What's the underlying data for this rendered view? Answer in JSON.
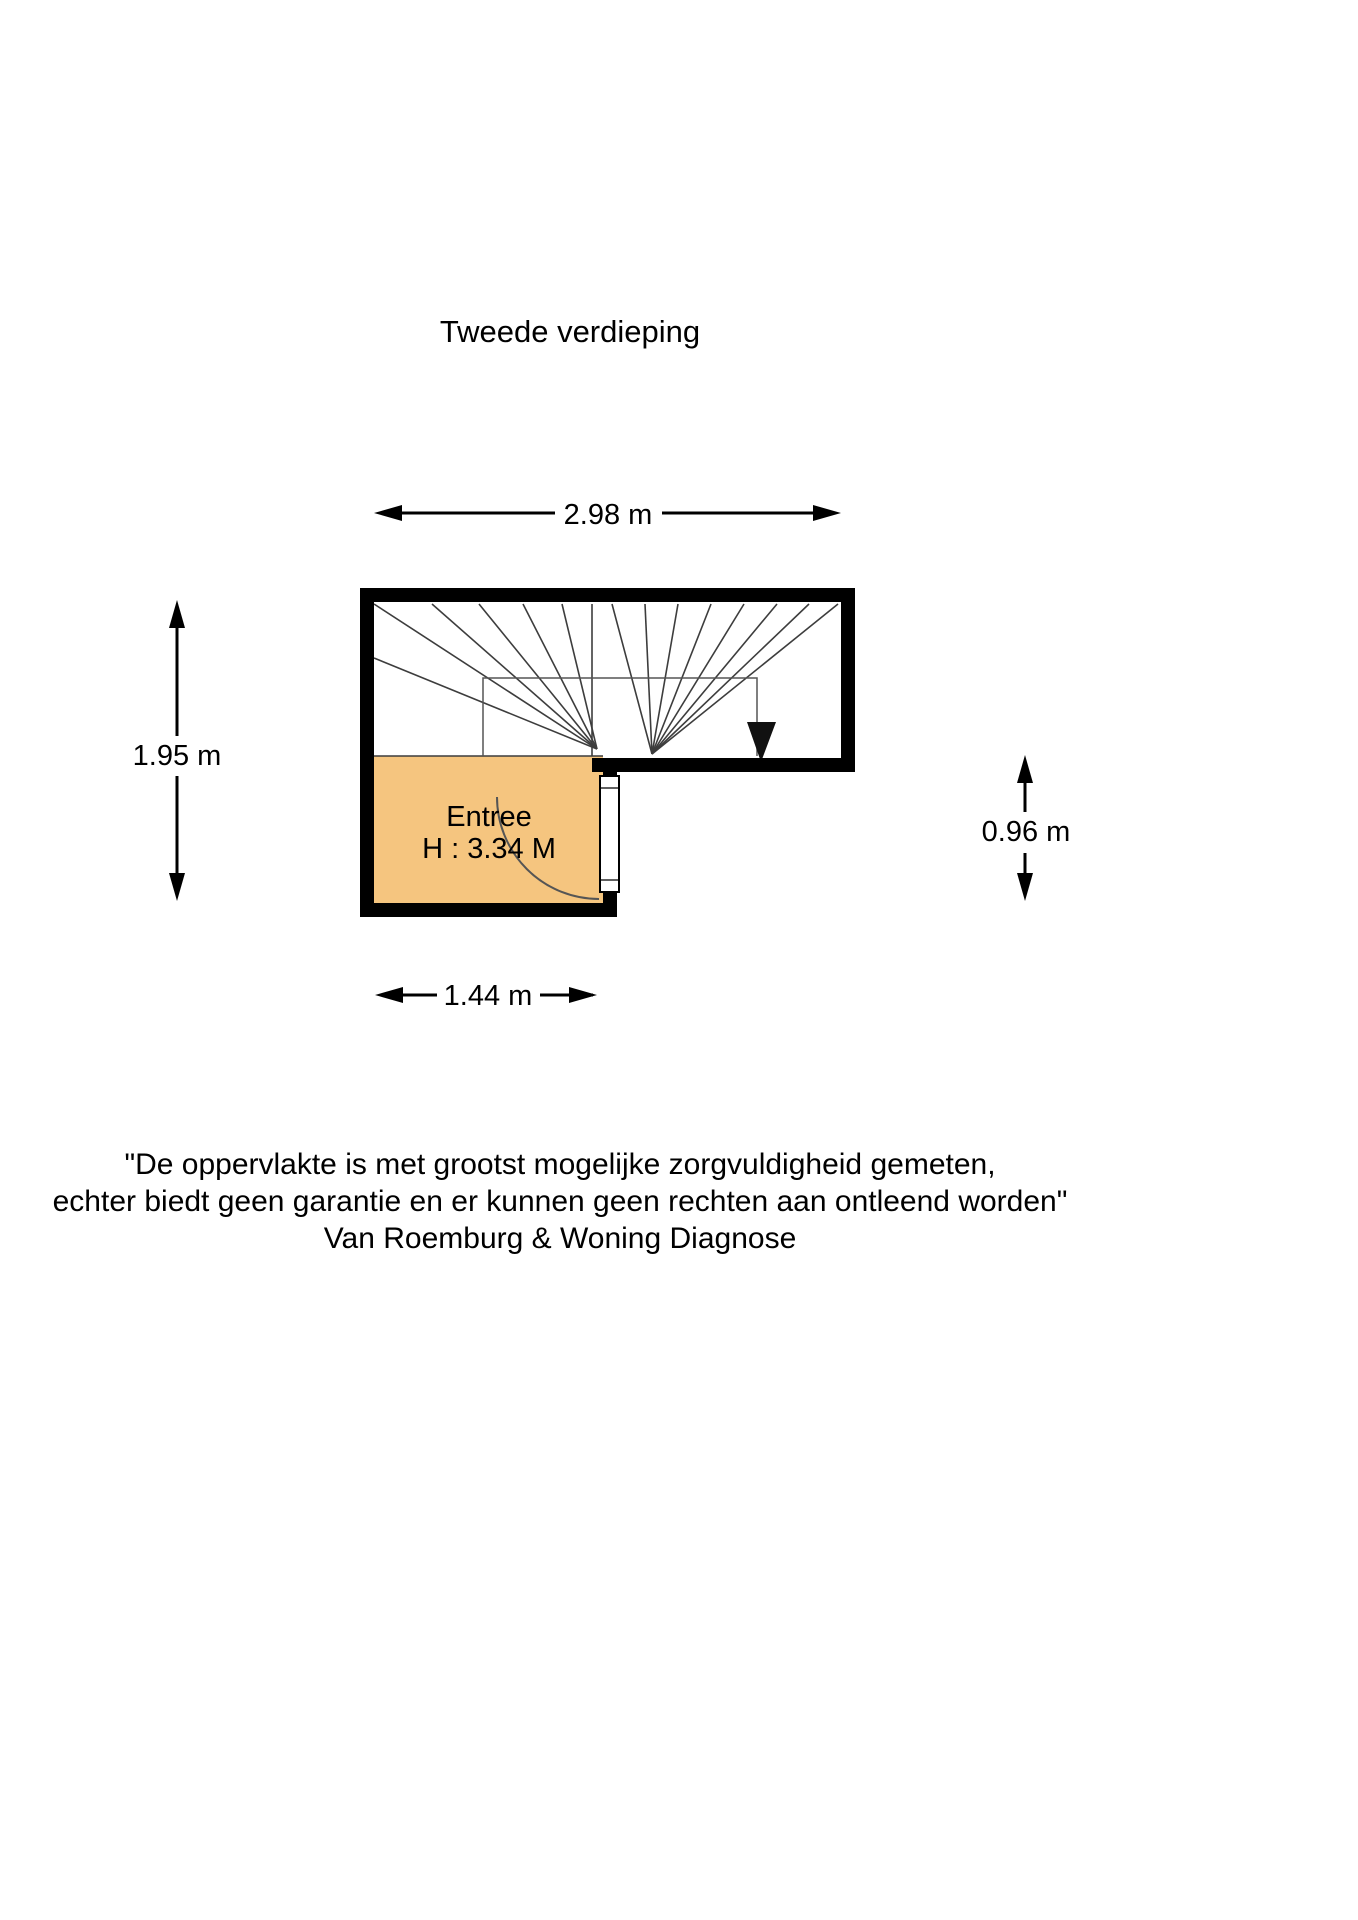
{
  "page": {
    "title": "Tweede verdieping",
    "background_color": "#ffffff"
  },
  "floor_plan": {
    "wall_color": "#000000",
    "room": {
      "name": "Entree",
      "height_label": "H : 3.34 M",
      "fill_color": "#F5C57F"
    },
    "stair_direction": "down"
  },
  "dimensions": {
    "top": "2.98 m",
    "left": "1.95 m",
    "right": "0.96 m",
    "bottom": "1.44 m"
  },
  "disclaimer": {
    "line1": "\"De oppervlakte is met grootst mogelijke zorgvuldigheid gemeten,",
    "line2": "echter biedt geen garantie en er kunnen geen rechten aan ontleend worden\"",
    "line3": "Van Roemburg & Woning Diagnose"
  }
}
